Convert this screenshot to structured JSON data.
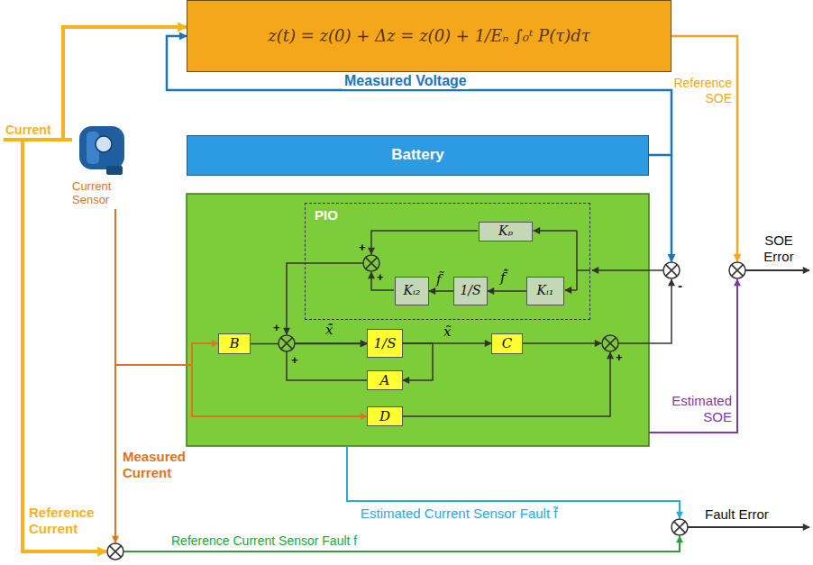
{
  "diagram": {
    "nodes": [
      {
        "text": [
          "z(t) = z(0) + Δz = z(0) + 1/Eₙ ∫₀ᵗ P(τ)dτ"
        ]
      },
      {
        "text": [
          "Battery"
        ]
      },
      {
        "text": [
          "PIO"
        ]
      },
      {
        "text": [
          "Kₚ"
        ],
        "in": 2
      },
      {
        "text": [
          "Kᵢ₁"
        ],
        "in": 2
      },
      {
        "text": [
          "1/S"
        ],
        "in": 2
      },
      {
        "text": [
          "Kᵢ₂"
        ],
        "in": 2
      },
      {
        "text": [
          "B"
        ]
      },
      {
        "text": [
          "1/S"
        ]
      },
      {
        "text": [
          "C"
        ]
      },
      {
        "text": [
          "A"
        ]
      },
      {
        "text": [
          "D"
        ]
      },
      {
        "text": [
          "Current Sensor"
        ]
      }
    ],
    "edges": [
      {
        "from": 12,
        "to": 0,
        "arrow": "to"
      },
      {
        "from": 1,
        "to": 0,
        "label": "Measured Voltage",
        "arrow": "to"
      },
      {
        "from": 12,
        "to": 7,
        "arrow": "to"
      },
      {
        "from": 12,
        "to": 11,
        "arrow": "to"
      },
      {
        "from": 4,
        "to": 5,
        "label": "f̃̇",
        "arrow": "to"
      },
      {
        "from": 5,
        "to": 6,
        "label": "f̃",
        "arrow": "to"
      },
      {
        "from": 7,
        "to": 8,
        "label": "x̃̇",
        "arrow": "to"
      },
      {
        "from": 8,
        "to": 9,
        "label": "x̃",
        "arrow": "to"
      },
      {
        "from": 8,
        "to": 10,
        "arrow": "to"
      },
      {
        "from": 10,
        "to": 8,
        "arrow": "to"
      }
    ],
    "labels": [
      "Current",
      "Reference SOE",
      "SOE Error",
      "Estimated SOE",
      "Estimated Current Sensor Fault f̃",
      "Fault Error",
      "Measured Current",
      "Reference Current",
      "Reference Current Sensor Fault f",
      "+",
      "+",
      "+",
      "+",
      "+",
      "-"
    ]
  }
}
